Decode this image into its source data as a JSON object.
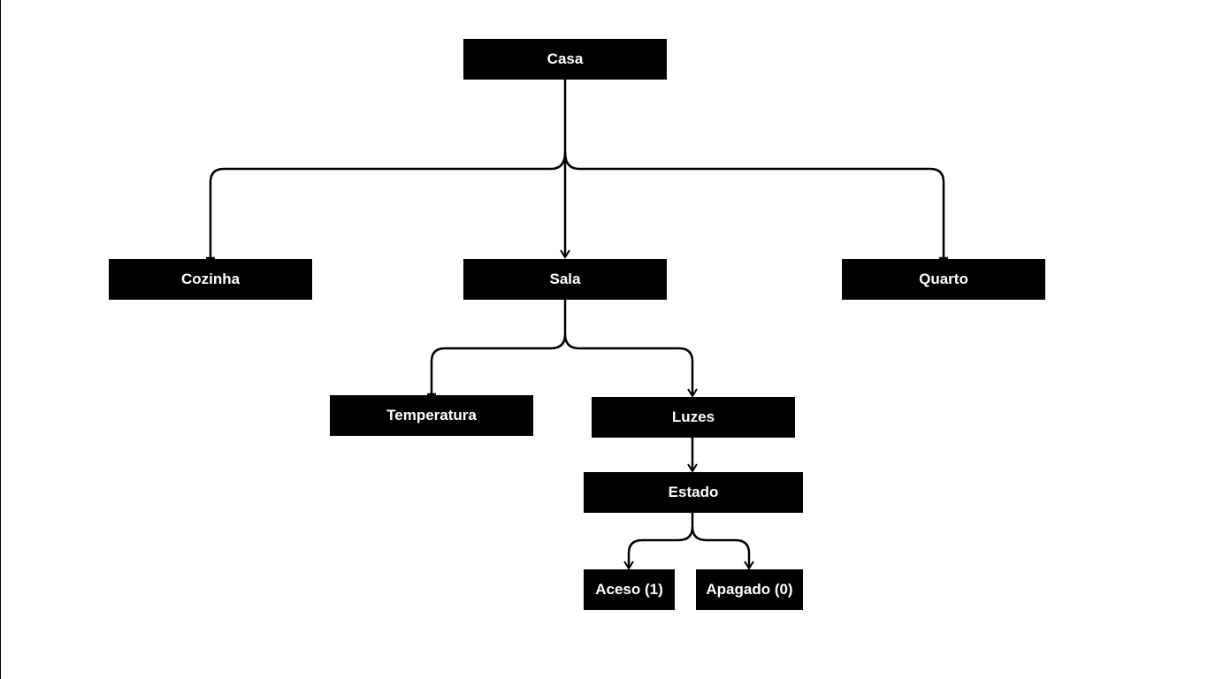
{
  "diagram": {
    "colors": {
      "node_fill": "#000000",
      "node_text": "#ffffff",
      "line": "#000000",
      "background": "#ffffff"
    },
    "nodes": {
      "casa": "Casa",
      "cozinha": "Cozinha",
      "sala": "Sala",
      "quarto": "Quarto",
      "temperatura": "Temperatura",
      "luzes": "Luzes",
      "estado": "Estado",
      "aceso": "Aceso (1)",
      "apagado": "Apagado (0)"
    },
    "edges": [
      {
        "from": "casa",
        "to": "cozinha"
      },
      {
        "from": "casa",
        "to": "sala"
      },
      {
        "from": "casa",
        "to": "quarto"
      },
      {
        "from": "sala",
        "to": "temperatura"
      },
      {
        "from": "sala",
        "to": "luzes"
      },
      {
        "from": "luzes",
        "to": "estado"
      },
      {
        "from": "estado",
        "to": "aceso"
      },
      {
        "from": "estado",
        "to": "apagado"
      }
    ]
  }
}
